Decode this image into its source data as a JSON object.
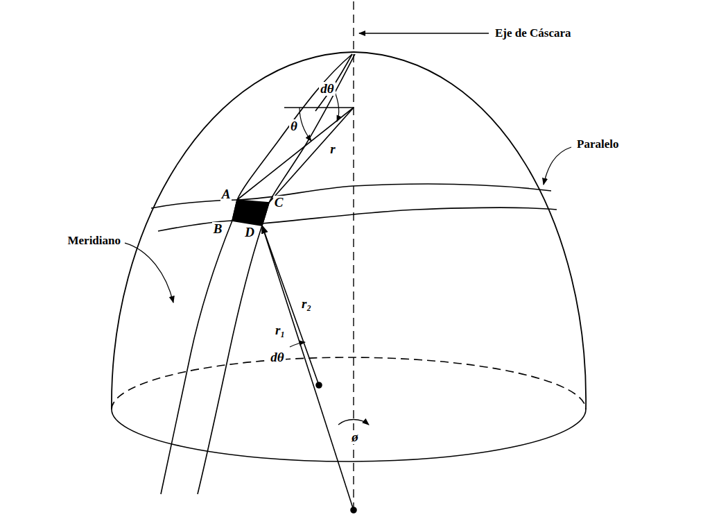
{
  "diagram": {
    "labels": [
      "Eje de Cáscara",
      "Paralelo",
      "Meridiano",
      "θ",
      "dθ",
      "r",
      "A",
      "B",
      "C",
      "D",
      "r₂",
      "r₁",
      "dθ",
      "ø"
    ]
  }
}
